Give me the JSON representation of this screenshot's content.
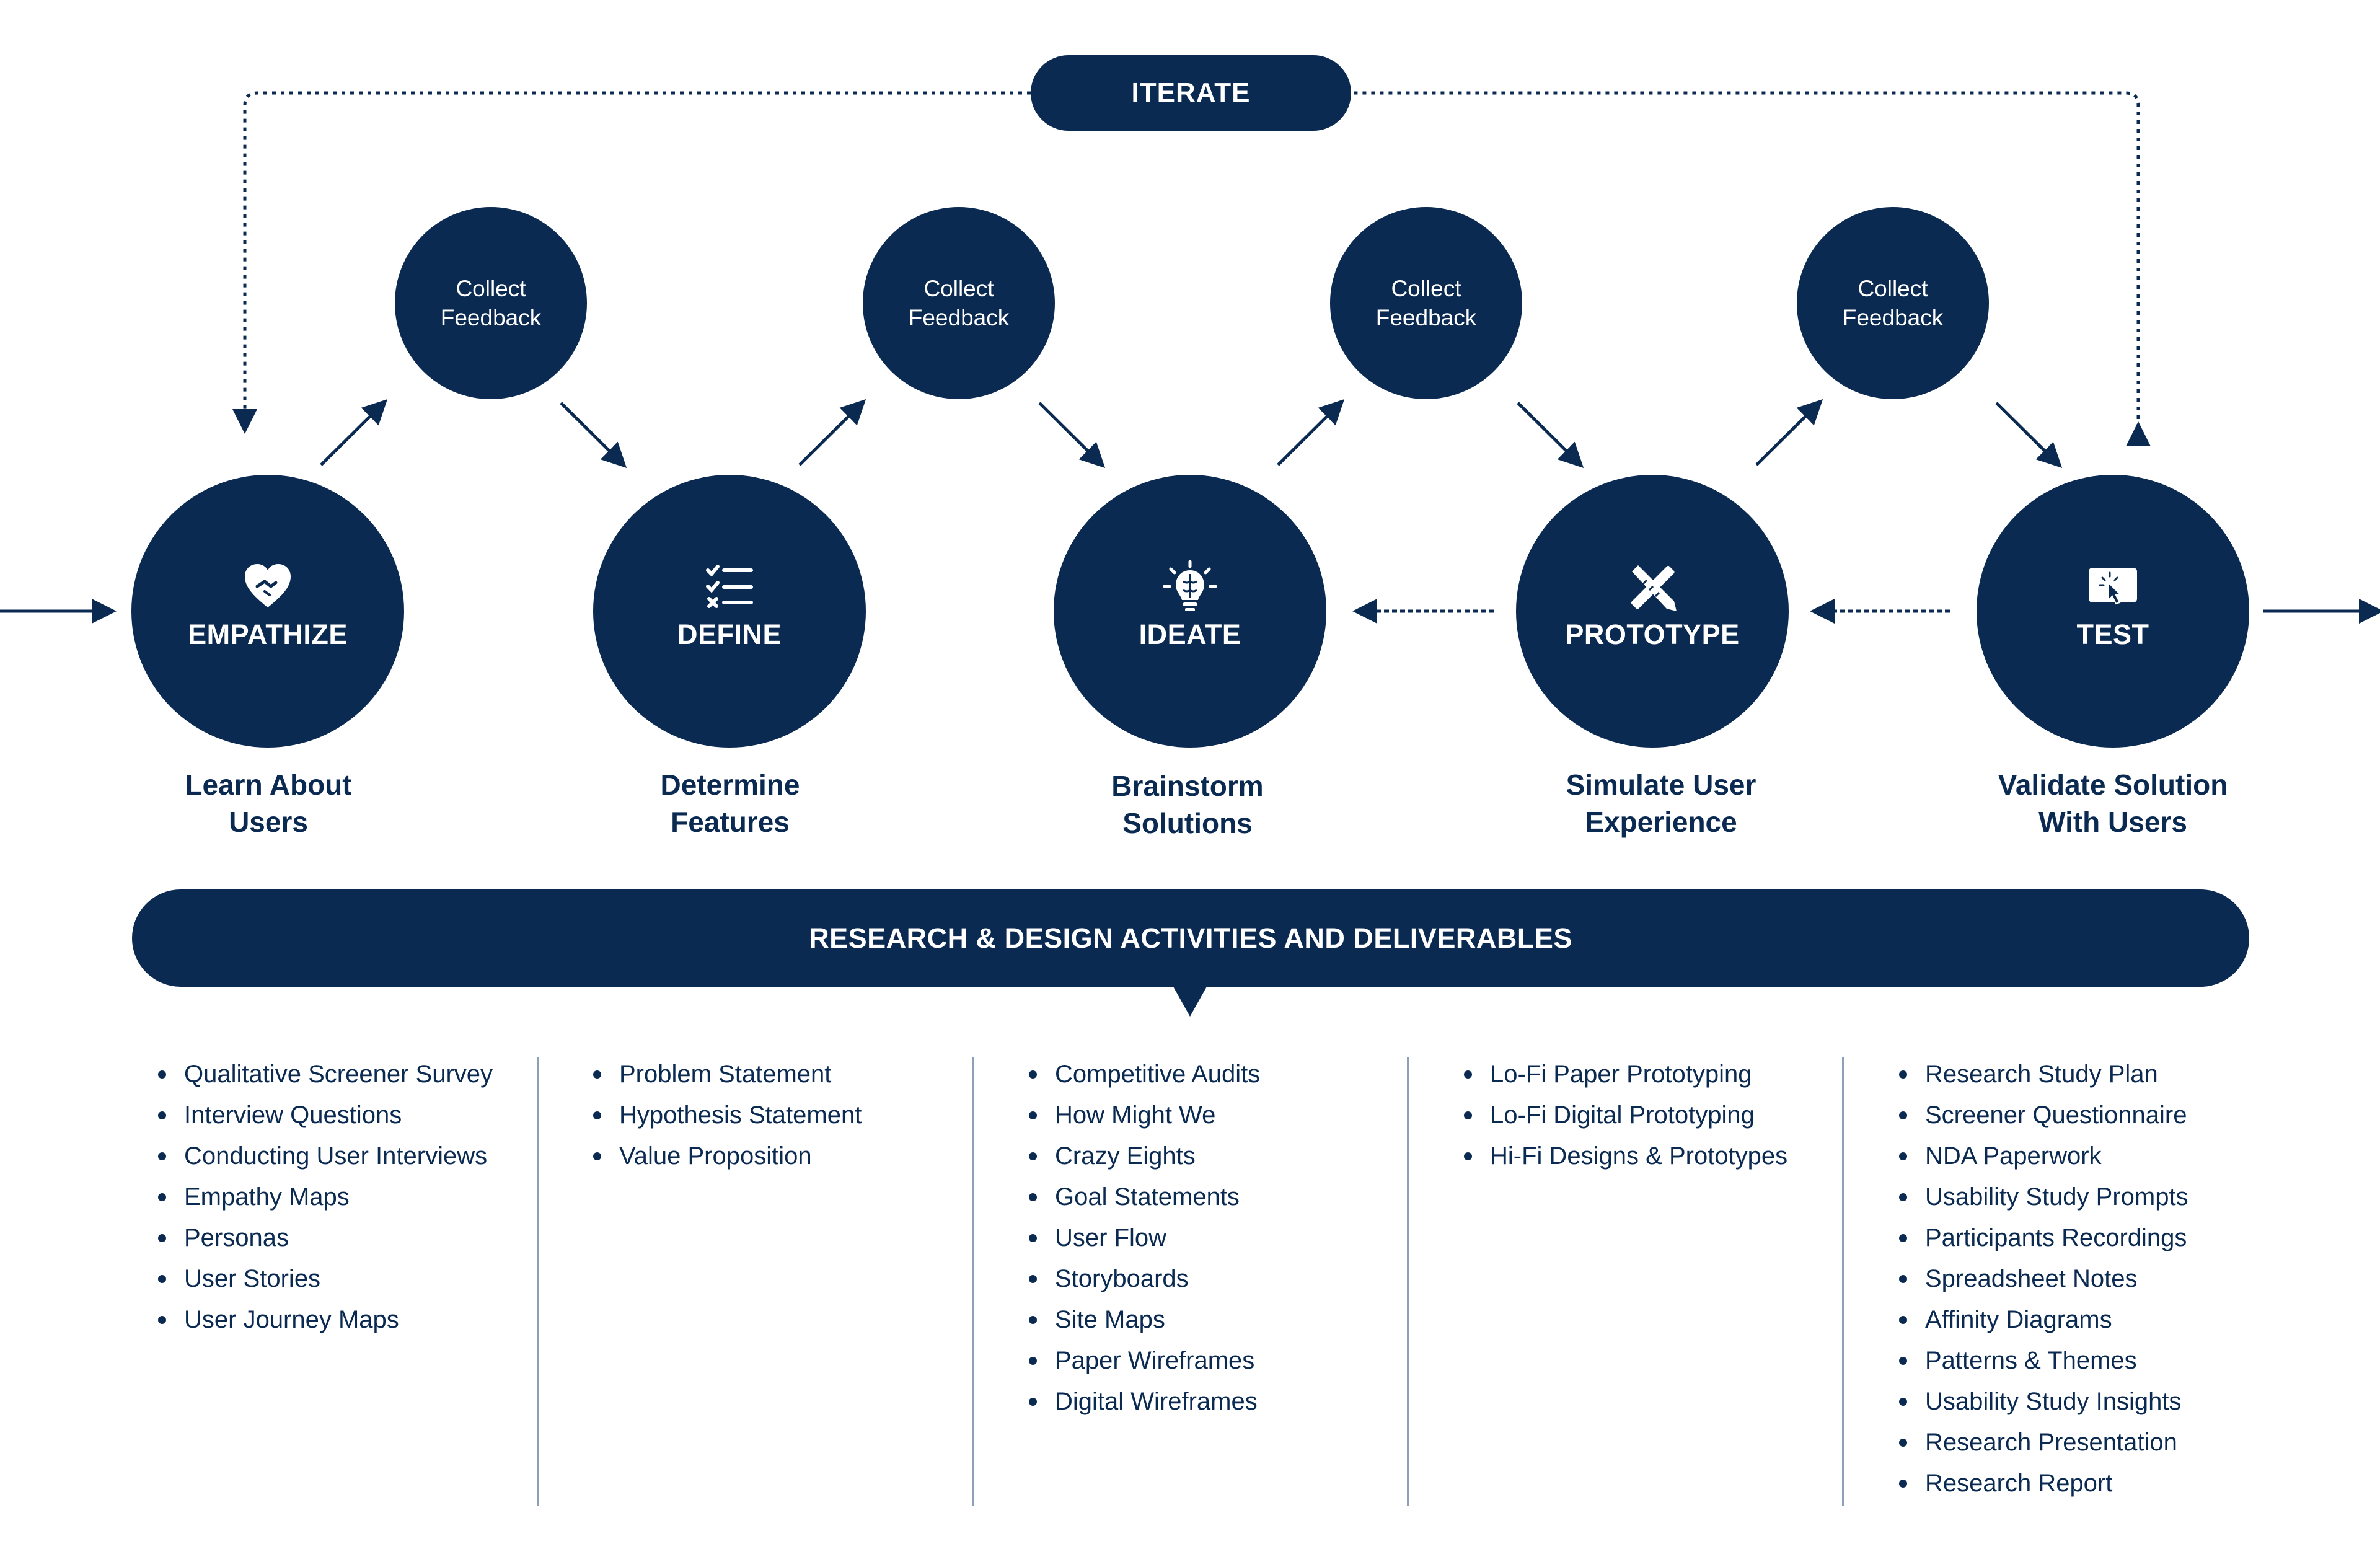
{
  "iterate_label": "ITERATE",
  "feedback_circles": [
    {
      "line1": "Collect",
      "line2": "Feedback"
    },
    {
      "line1": "Collect",
      "line2": "Feedback"
    },
    {
      "line1": "Collect",
      "line2": "Feedback"
    },
    {
      "line1": "Collect",
      "line2": "Feedback"
    }
  ],
  "stages": [
    {
      "title": "EMPATHIZE",
      "icon": "heart-handshake-icon",
      "description": "Learn About\nUsers"
    },
    {
      "title": "DEFINE",
      "icon": "checklist-icon",
      "description": "Determine\nFeatures"
    },
    {
      "title": "IDEATE",
      "icon": "lightbulb-brain-icon",
      "description": "Brainstorm\nSolutions"
    },
    {
      "title": "PROTOTYPE",
      "icon": "pencil-ruler-icon",
      "description": "Simulate User\nExperience"
    },
    {
      "title": "TEST",
      "icon": "touch-screen-icon",
      "description": "Validate Solution\nWith Users"
    }
  ],
  "banner_label": "RESEARCH & DESIGN ACTIVITIES AND DELIVERABLES",
  "deliverables": [
    [
      "Qualitative Screener Survey",
      "Interview Questions",
      "Conducting User Interviews",
      "Empathy Maps",
      "Personas",
      "User Stories",
      "User Journey Maps"
    ],
    [
      "Problem Statement",
      "Hypothesis Statement",
      "Value Proposition"
    ],
    [
      "Competitive Audits",
      "How Might We",
      "Crazy Eights",
      "Goal Statements",
      "User Flow",
      "Storyboards",
      "Site Maps",
      "Paper Wireframes",
      "Digital Wireframes"
    ],
    [
      "Lo-Fi Paper Prototyping",
      "Lo-Fi Digital Prototyping",
      "Hi-Fi Designs & Prototypes"
    ],
    [
      "Research Study Plan",
      "Screener Questionnaire",
      "NDA Paperwork",
      "Usability Study Prompts",
      "Participants Recordings",
      "Spreadsheet Notes",
      "Affinity Diagrams",
      "Patterns & Themes",
      "Usability Study Insights",
      "Research Presentation",
      "Research Report"
    ]
  ],
  "colors": {
    "navy": "#0b2a52",
    "divider": "#8ea0b7",
    "background": "#ffffff"
  }
}
